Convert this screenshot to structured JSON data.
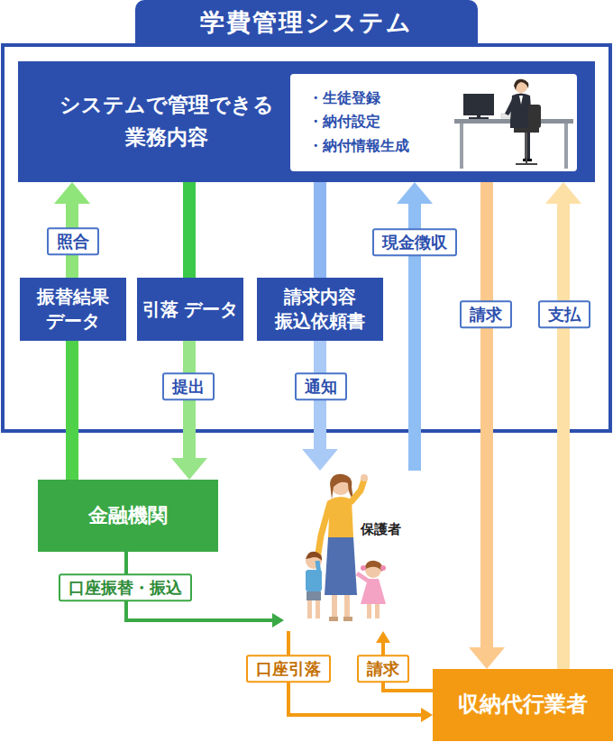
{
  "diagram": {
    "title": "学費管理システム",
    "nodes": [
      {
        "text": [
          "システムで管理できる 業務内容"
        ]
      },
      {
        "text": [
          "・生徒登録",
          "・納付設定",
          "・納付情報生成"
        ],
        "in": 0
      },
      {
        "text": [
          "振替結果 データ"
        ]
      },
      {
        "text": [
          "引落 データ"
        ]
      },
      {
        "text": [
          "請求内容 振込依頼書"
        ]
      },
      {
        "text": [
          "金融機関"
        ]
      },
      {
        "text": [
          "保護者"
        ]
      },
      {
        "text": [
          "収納代行業者"
        ]
      }
    ],
    "edges": [
      {
        "from": 5,
        "to": 2,
        "arrow": "none"
      },
      {
        "from": 2,
        "to": 0,
        "arrow": "to",
        "label": "照合"
      },
      {
        "from": 0,
        "to": 3,
        "arrow": "none"
      },
      {
        "from": 3,
        "to": 5,
        "arrow": "to",
        "label": "提出"
      },
      {
        "from": 0,
        "to": 4,
        "arrow": "none"
      },
      {
        "from": 4,
        "to": 6,
        "arrow": "to",
        "label": "通知"
      },
      {
        "from": 6,
        "to": 0,
        "arrow": "to",
        "label": "現金徴収"
      },
      {
        "from": 0,
        "to": 7,
        "arrow": "to",
        "label": "請求"
      },
      {
        "from": 7,
        "to": 0,
        "arrow": "to",
        "label": "支払"
      },
      {
        "from": 5,
        "to": 6,
        "arrow": "to",
        "label": "口座振替・振込"
      },
      {
        "from": 6,
        "to": 7,
        "arrow": "to",
        "label": "口座引落"
      },
      {
        "from": 7,
        "to": 6,
        "arrow": "to",
        "label": "請求"
      }
    ]
  }
}
